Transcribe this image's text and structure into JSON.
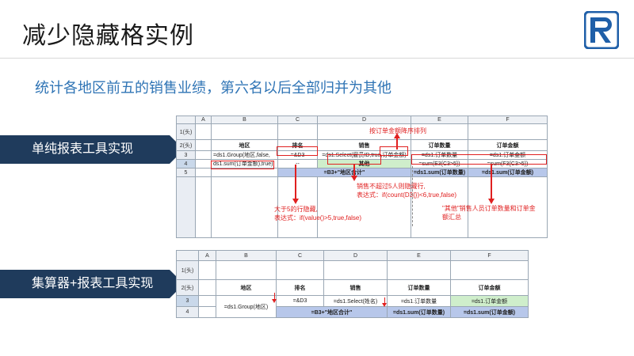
{
  "page": {
    "title": "减少隐藏格实例"
  },
  "subtitle": "统计各地区前五的销售业绩，第六名以后全部归并为其他",
  "banners": {
    "first": "单纯报表工具实现",
    "second": "集算器+报表工具实现"
  },
  "sheet1": {
    "col_headers": [
      "A",
      "B",
      "C",
      "D",
      "E",
      "F"
    ],
    "row_headers": [
      "1(头)",
      "2(头)",
      "3",
      "4",
      "5"
    ],
    "headers": {
      "region": "地区",
      "rank": "排名",
      "sales": "销售",
      "order_qty": "订单数量",
      "order_amt": "订单金额"
    },
    "r3": {
      "c": "=&D3",
      "d": "=ds1.Select(雇员ID,true,订单金额)",
      "e": "=ds1.订单数量",
      "f": "=ds1.订单金额"
    },
    "b3": "=ds1.Group(地区,false,",
    "b4": "ds1.sum(订单金额),true)",
    "r4": {
      "c": "--",
      "d": "其他",
      "e": "=sum(E3{C3>5})",
      "f": "=sum(F3{C3>5})"
    },
    "r5": {
      "cd": "=B3+\"地区合计\"",
      "e": "=ds1.sum(订单数量)",
      "f": "=ds1.sum(订单金额)"
    }
  },
  "sheet2": {
    "col_headers": [
      "A",
      "B",
      "C",
      "D",
      "E",
      "F"
    ],
    "row_headers": [
      "1(头)",
      "2(头)",
      "3",
      "4"
    ],
    "headers": {
      "region": "地区",
      "rank": "排名",
      "sales": "销售",
      "order_qty": "订单数量",
      "order_amt": "订单金额"
    },
    "b": "=ds1.Group(地区)",
    "r3": {
      "c": "=&D3",
      "d": "=ds1.Select(姓名)",
      "e": "=ds1.订单数量",
      "f": "=ds1.订单金额"
    },
    "r4": {
      "cd": "=B3+\"地区合计\"",
      "e": "=ds1.sum(订单数量)",
      "f": "=ds1.sum(订单金额)"
    }
  },
  "annotations": {
    "sort": "按订单金额降序排列",
    "hide_row": [
      "销售不超过5人则隐藏行,",
      "表达式：if(count(D3{})<6,true,false)"
    ],
    "hide_rank": [
      "大于5的行隐藏,",
      "表达式：if(value()>5,true,false)"
    ],
    "other": [
      "\"其他\"销售人员订单数量和订单金",
      "额汇总"
    ]
  },
  "colors": {
    "accent": "#e02020",
    "banner": "#1f3b5c",
    "subtitle": "#2f74b5",
    "total_fill": "#b7c7ea",
    "green_fill": "#cfeecb"
  }
}
